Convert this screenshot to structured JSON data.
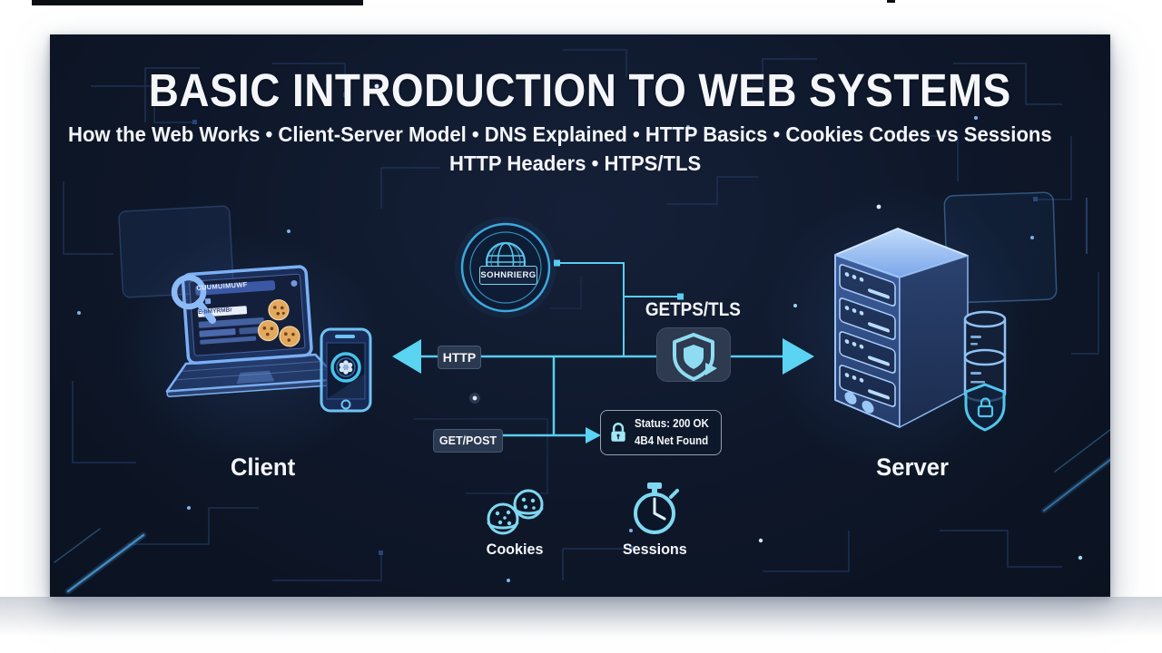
{
  "slide": {
    "title": "BASIC INTRODUCTION TO WEB SYSTEMS",
    "subtitle_line1": "How the Web Works • Client-Server Model • DNS Explained • HTTP Basics • Cookies Codes vs Sessions",
    "subtitle_line2": "HTTP Headers • HTPS/TLS"
  },
  "diagram": {
    "client": {
      "label": "Client",
      "browser_address_text": "CUUMUIMUWF",
      "browser_field_text": "E·bMYRMBr"
    },
    "server": {
      "label": "Server"
    },
    "dns": {
      "badge_text": "SOHNRIERG"
    },
    "flows": {
      "http_label": "HTTP",
      "get_post_label": "GET/POST",
      "tls_label": "GETPS/TLS"
    },
    "status": {
      "line1": "Status: 200 OK",
      "line2": "4B4 Net Found"
    },
    "concepts": {
      "cookies_label": "Cookies",
      "sessions_label": "Sessions"
    },
    "icons": [
      "search-icon",
      "laptop-icon",
      "smartphone-icon",
      "cookie-icon",
      "dns-globe-icon",
      "tls-shield-icon",
      "lock-icon",
      "server-icon",
      "database-icon",
      "security-shield-icon",
      "cookies-pair-icon",
      "stopwatch-icon",
      "arrow-left-icon",
      "arrow-right-icon"
    ]
  },
  "colors": {
    "slide_bg": "#0e1729",
    "accent_cyan": "#5ad4f2",
    "line_cyan": "#58cef0",
    "device_blue": "#7cb0f4",
    "cookie_gold": "#e3a95f",
    "label_box_bg": "#2b3950",
    "shield_box_bg": "#2d3a50",
    "status_border": "#96a0b2",
    "text_white": "#f4f6fa"
  }
}
